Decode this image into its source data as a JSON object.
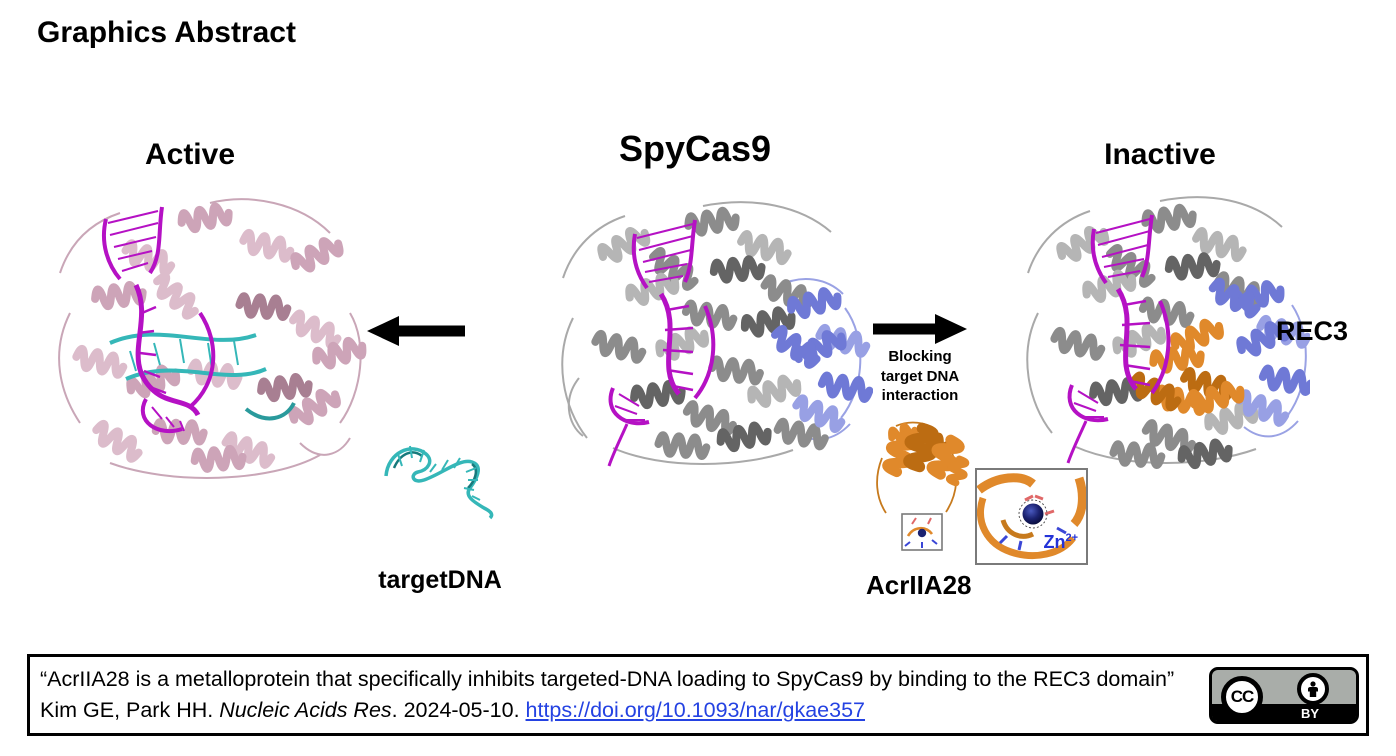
{
  "page": {
    "title": "Graphics Abstract"
  },
  "figure": {
    "left_state_label": "Active",
    "center_title": "SpyCas9",
    "right_state_label": "Inactive",
    "blocking_caption_lines": [
      "Blocking",
      "target DNA",
      "interaction"
    ],
    "rec3_label": "REC3",
    "target_dna_label": "targetDNA",
    "acr_label": "AcrIIA28",
    "zn": {
      "element": "Zn",
      "charge": "2+"
    }
  },
  "citation": {
    "text_part1": "“AcrIIA28 is a metalloprotein that specifically inhibits targeted-DNA loading to SpyCas9 by binding to the REC3 domain” Kim GE, Park HH. ",
    "journal_italic": "Nucleic Acids Res",
    "text_part2": ". 2024-05-10. ",
    "link_text": "https://doi.org/10.1093/nar/gkae357"
  },
  "license_badge": {
    "cc_label": "CC",
    "by_label": "BY"
  },
  "colors": {
    "link_blue": "#2442e2",
    "rna_magenta": "#b511c4",
    "dna_cyan": "#35b7b8",
    "protein_pink": "#dcbccb",
    "protein_gray": "#8c8c8c",
    "rec3_blue": "#6f79d6",
    "acr_orange": "#e0892b",
    "zn_navy": "#1b2270",
    "badge_gray": "#a9ada9"
  }
}
